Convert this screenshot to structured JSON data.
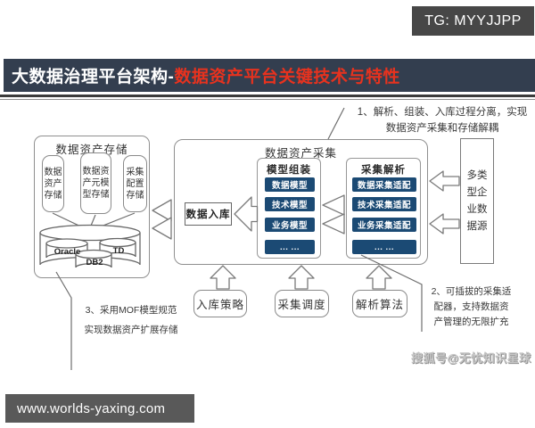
{
  "theme": {
    "title-bar": "#333e4f",
    "accent-red": "#e8321e",
    "item-navy": "#1b4a74",
    "badge-gray": "#474747",
    "footer-gray": "#595959"
  },
  "header": {
    "tg_label": "TG: MYYJJPP"
  },
  "title": {
    "part1": "大数据治理平台架构-",
    "part2": "数据资产平台关键技术与特性"
  },
  "storage": {
    "title": "数据资产存储",
    "stores": [
      "数据资产存储",
      "数据资产元模型存储",
      "采集配置存储"
    ],
    "databases": [
      "Oracle",
      "DB2",
      "TD"
    ]
  },
  "collection": {
    "title": "数据资产采集",
    "ingest_label": "数据入库",
    "model_assembly": {
      "title": "模型组装",
      "items": [
        "数据模型",
        "技术模型",
        "业务模型",
        "... ..."
      ]
    },
    "collect_parse": {
      "title": "采集解析",
      "items": [
        "数据采集适配",
        "技术采集适配",
        "业务采集适配",
        "... ..."
      ]
    }
  },
  "datasource": {
    "label": "多类型企业数据源"
  },
  "supports": [
    "入库策略",
    "采集调度",
    "解析算法"
  ],
  "annotations": {
    "a1": {
      "lines": [
        "1、解析、组装、入库过程分离，实现",
        "数据资产采集和存储解耦"
      ]
    },
    "a2": {
      "lines": [
        "2、可插拔的采集适",
        "配器，支持数据资",
        "产管理的无限扩充"
      ]
    },
    "a3": {
      "lines": [
        "3、采用MOF模型规范",
        "实现数据资产扩展存储"
      ]
    }
  },
  "watermark": "搜狐号@无忧知识星球",
  "footer": {
    "url": "www.worlds-yaxing.com"
  }
}
